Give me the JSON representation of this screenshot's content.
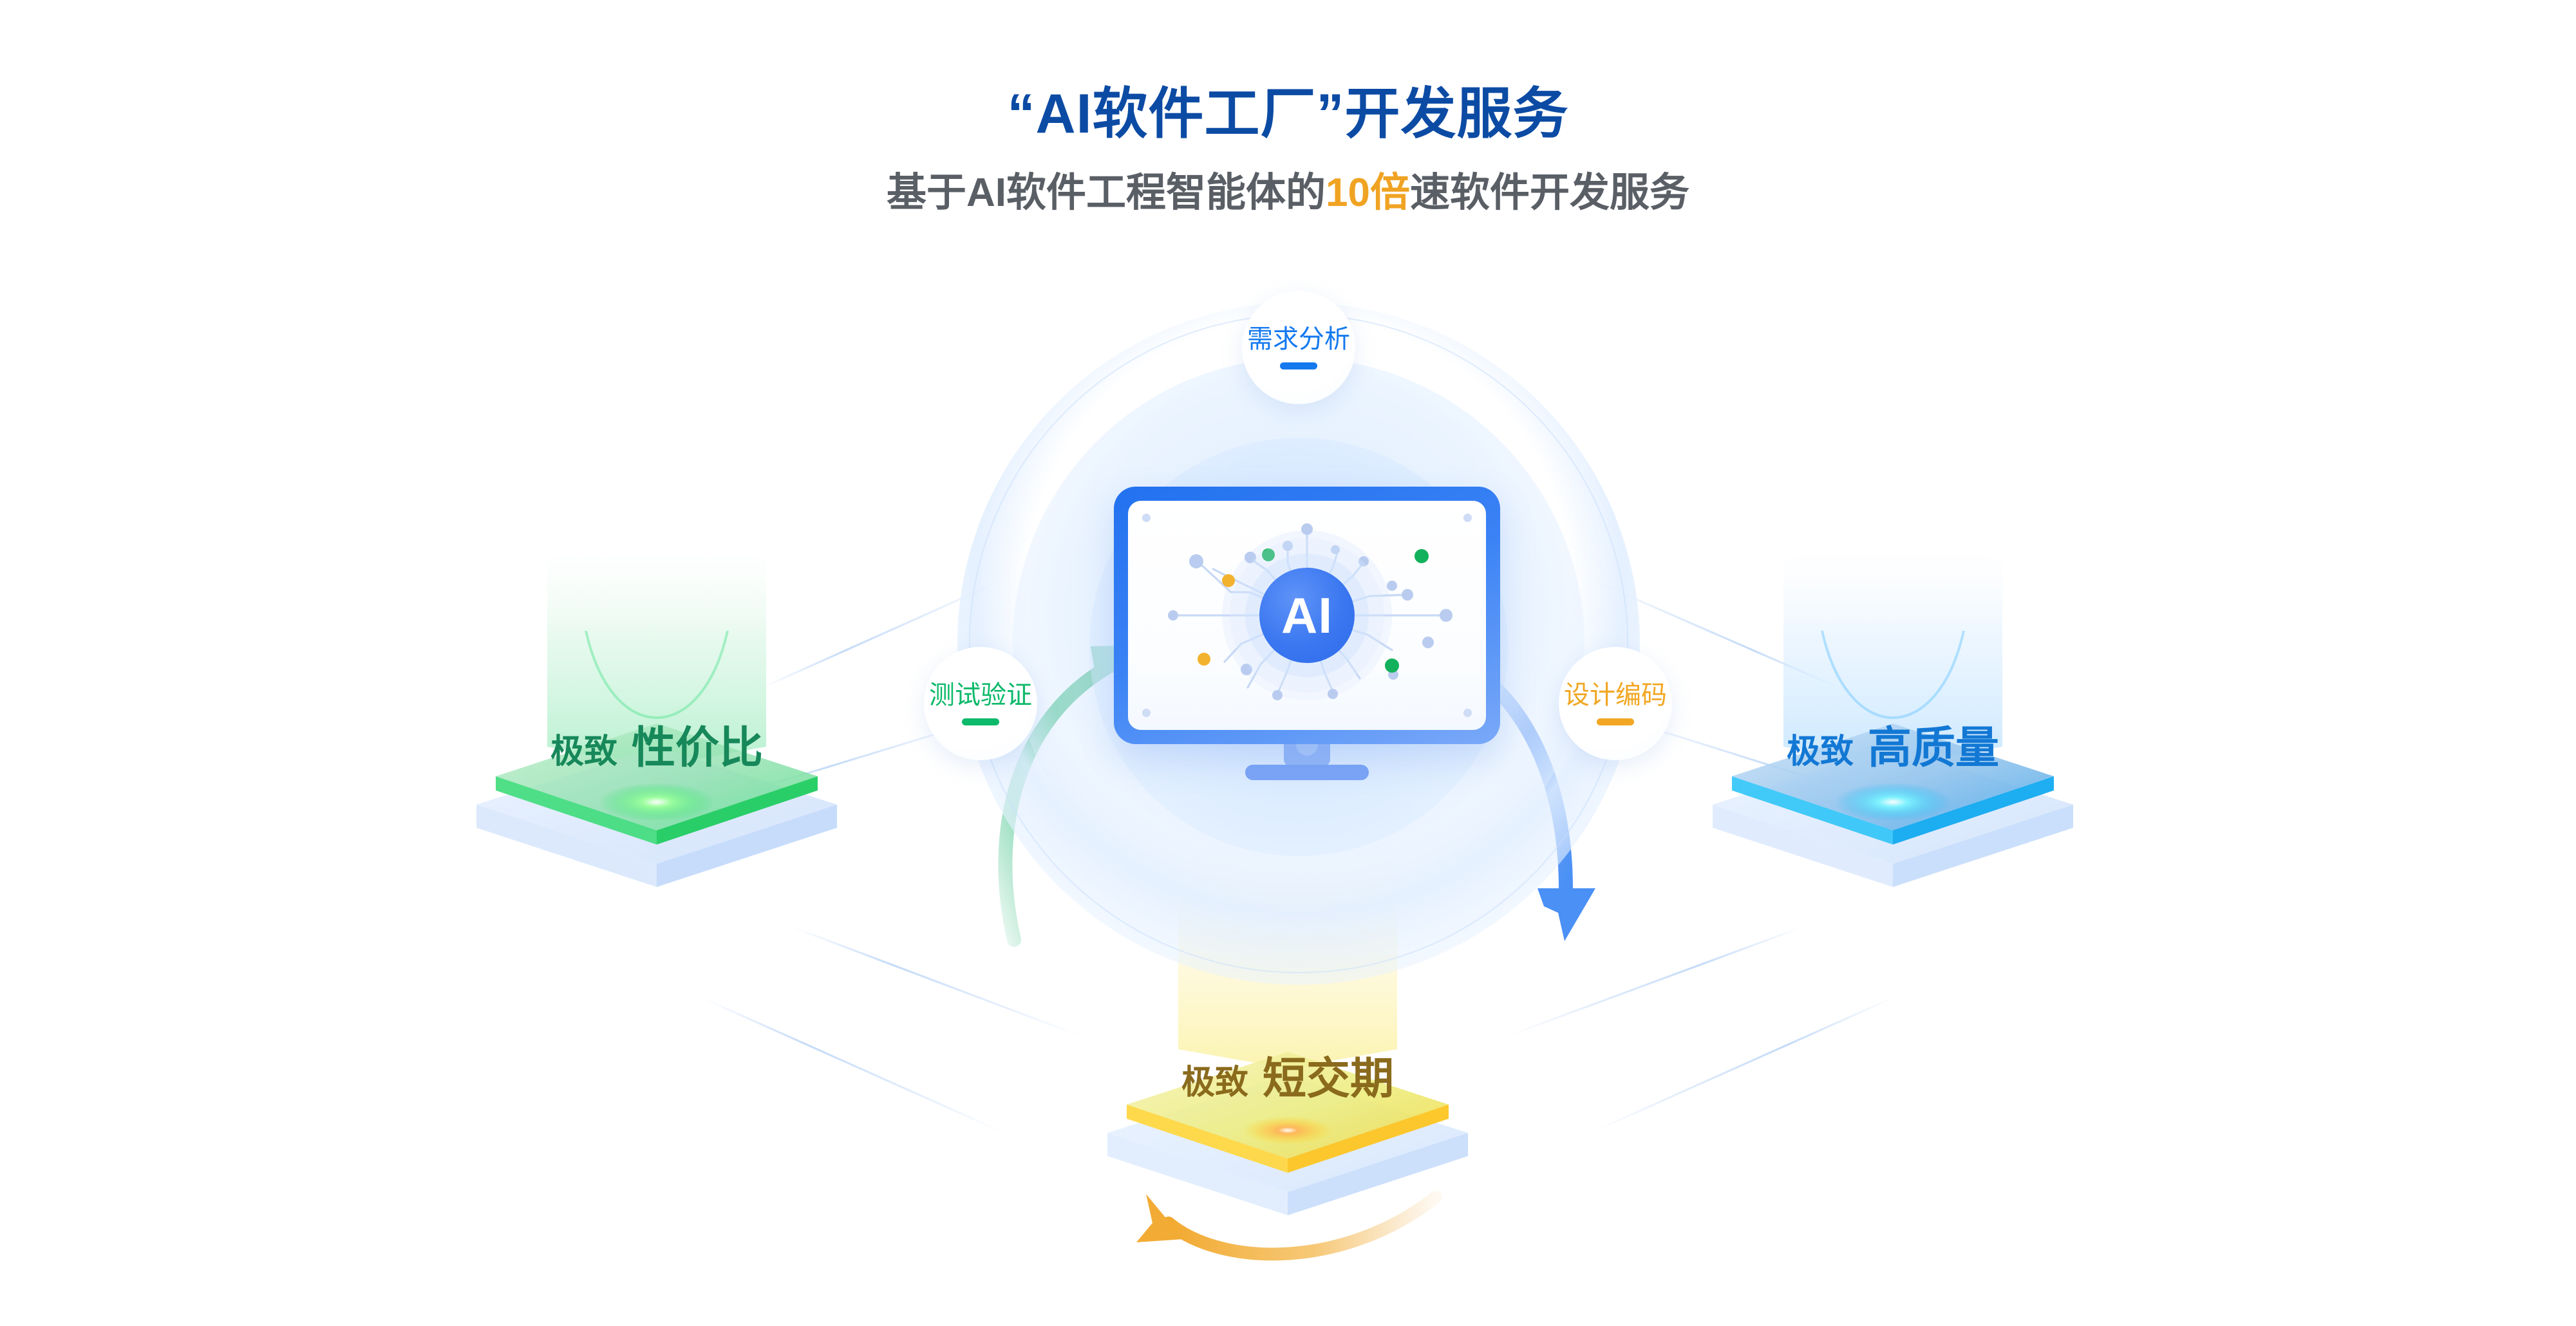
{
  "header": {
    "title": "“AI软件工厂”开发服务",
    "subtitle_prefix": "基于AI软件工程智能体的",
    "subtitle_highlight": "10倍",
    "subtitle_suffix": "速软件开发服务"
  },
  "center": {
    "device_icon": "monitor-icon",
    "ai_label": "AI",
    "circuit_icon": "circuit-network-icon"
  },
  "cycle_nodes": [
    {
      "label": "需求分析",
      "color": "#1479ef",
      "position": "top"
    },
    {
      "label": "设计编码",
      "color": "#f1a723",
      "position": "right"
    },
    {
      "label": "测试验证",
      "color": "#0db96a",
      "position": "left"
    }
  ],
  "cycle_arrows": [
    {
      "name": "arrow-test-to-requirement",
      "color": "#22b573",
      "direction": "up-right"
    },
    {
      "name": "arrow-requirement-to-code",
      "color": "#4a90f5",
      "direction": "down-right"
    },
    {
      "name": "arrow-code-to-test",
      "color": "#f2b13c",
      "direction": "left"
    }
  ],
  "pillars": [
    {
      "prefix": "极致",
      "label": "性价比",
      "color": "#17885a",
      "glow": "#2ee06a",
      "position": "left"
    },
    {
      "prefix": "极致",
      "label": "高质量",
      "color": "#1378d4",
      "glow": "#19b6ff",
      "position": "right"
    },
    {
      "prefix": "极致",
      "label": "短交期",
      "color": "#8a6a1c",
      "glow": "#ffd21e",
      "position": "bottom"
    }
  ],
  "colors": {
    "title": "#0c4ba4",
    "subtitle": "#5a5f66",
    "accent_orange": "#f0a322",
    "accent_blue": "#2271ef",
    "accent_green": "#0db96a",
    "background": "#ffffff"
  }
}
